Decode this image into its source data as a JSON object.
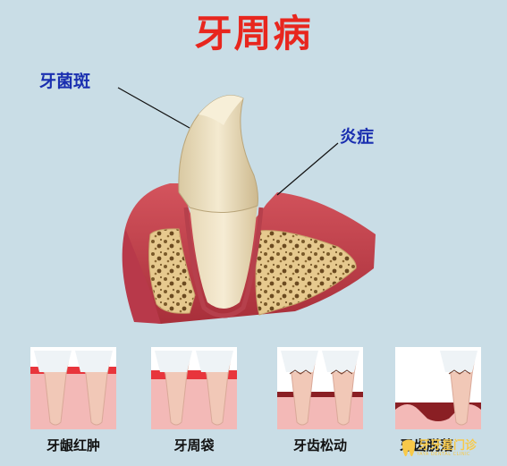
{
  "title": "牙周病",
  "callouts": {
    "plaque": "牙菌斑",
    "inflammation": "炎症"
  },
  "stages": [
    {
      "label": "牙龈红肿"
    },
    {
      "label": "牙周袋"
    },
    {
      "label": "牙齿松动"
    },
    {
      "label": "牙齿脱落"
    }
  ],
  "watermark": {
    "name": "牙牙星门诊",
    "sub": "YAYA DENTAL CLINIC"
  },
  "colors": {
    "background": "#c9dde6",
    "title": "#e8261e",
    "callout": "#1a2fb0",
    "gum": "#c9424c",
    "tooth": "#f0e3c2"
  }
}
